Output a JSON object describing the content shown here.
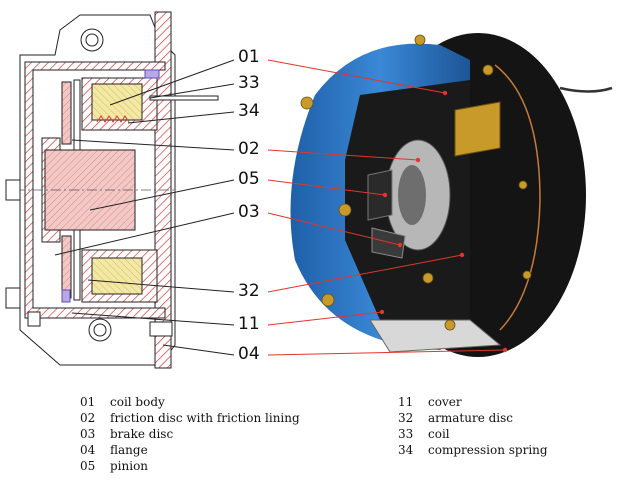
{
  "callouts": [
    "01",
    "33",
    "34",
    "02",
    "05",
    "03",
    "32",
    "11",
    "04"
  ],
  "colors": {
    "hatch": "#d43a3a",
    "outline": "#222222",
    "housing_blue": "#2f79c8",
    "leader_red": "#e3352b",
    "bolt_gold": "#c89a2a",
    "coil_yellow": "#f3e8a6",
    "rotor_pink": "#e8a3a0"
  },
  "legend": {
    "left": [
      {
        "num": "01",
        "label": "coil body"
      },
      {
        "num": "02",
        "label": "friction disc with friction lining"
      },
      {
        "num": "03",
        "label": "brake disc"
      },
      {
        "num": "04",
        "label": "flange"
      },
      {
        "num": "05",
        "label": "pinion"
      }
    ],
    "right": [
      {
        "num": "11",
        "label": "cover"
      },
      {
        "num": "32",
        "label": "armature disc"
      },
      {
        "num": "33",
        "label": "coil"
      },
      {
        "num": "34",
        "label": "compression spring"
      }
    ]
  }
}
